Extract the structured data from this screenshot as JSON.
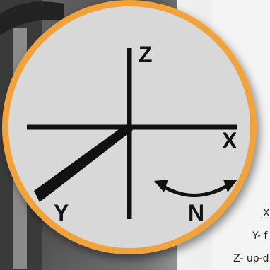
{
  "diagram": {
    "axis_labels": {
      "z": "Z",
      "x": "X",
      "y": "Y",
      "n": "N"
    },
    "side_text": {
      "x_line": "X",
      "y_line": "Y- f",
      "z_line": "Z- up-d"
    },
    "colors": {
      "disc_fill": "#d8d8d8",
      "disc_border": "#f2a23a",
      "axis_color": "#111111",
      "background_photo": "#5a5a5a"
    },
    "icons": [
      "rotation-arrow-icon"
    ]
  }
}
